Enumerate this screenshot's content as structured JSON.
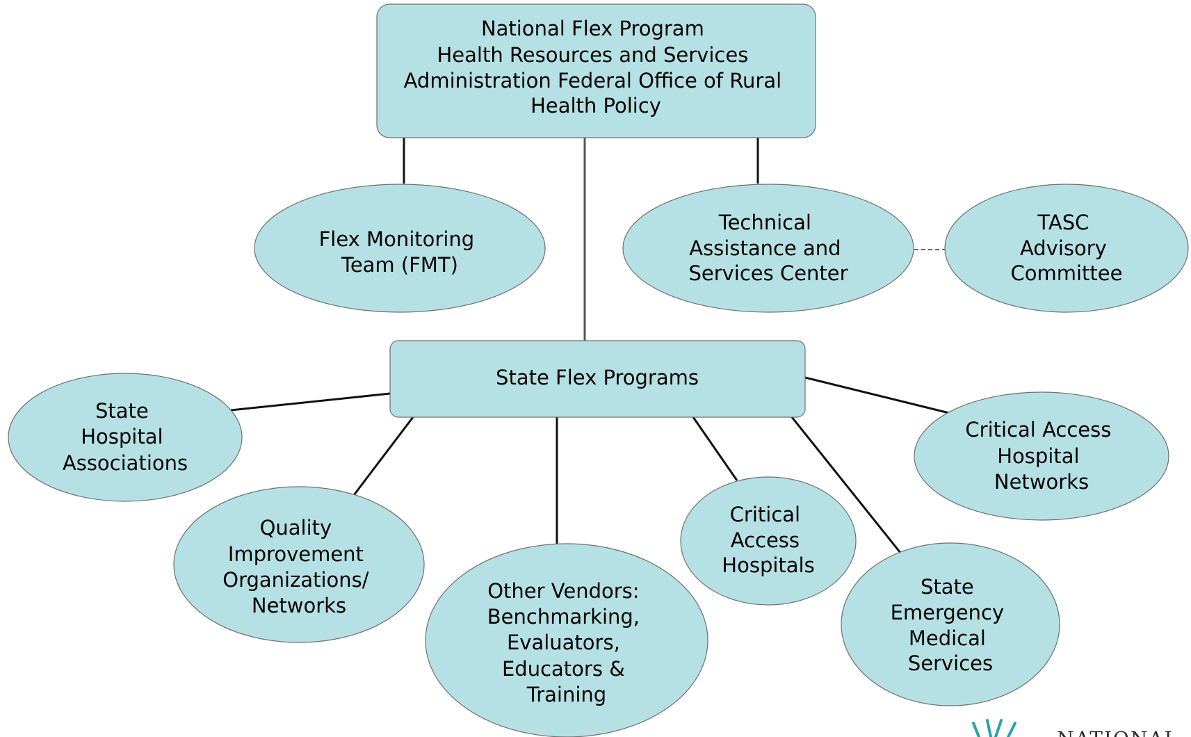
{
  "colors": {
    "node_fill": "#b6e1e4",
    "node_stroke": "#6f6f6f",
    "connector": "#111111",
    "logo": "#2aa3a8"
  },
  "nodes": {
    "national_flex_program": {
      "lines": [
        "National Flex Program",
        "Health Resources and Services",
        "Administration Federal Office of Rural",
        "Health Policy"
      ]
    },
    "flex_monitoring_team": {
      "lines": [
        "Flex Monitoring",
        "Team (FMT)"
      ]
    },
    "tasc": {
      "lines": [
        "Technical",
        "Assistance and",
        "Services Center"
      ]
    },
    "tasc_advisory": {
      "lines": [
        "TASC",
        "Advisory",
        "Committee"
      ]
    },
    "state_flex_programs": {
      "lines": [
        "State Flex Programs"
      ]
    },
    "state_hospital_associations": {
      "lines": [
        "State",
        "Hospital",
        "Associations"
      ]
    },
    "quality_improvement": {
      "lines": [
        "Quality",
        "Improvement",
        "Organizations/",
        "Networks"
      ]
    },
    "other_vendors": {
      "lines": [
        "Other Vendors:",
        "Benchmarking,",
        "Evaluators,",
        "Educators &",
        "Training"
      ]
    },
    "critical_access_hospitals": {
      "lines": [
        "Critical",
        "Access",
        "Hospitals"
      ]
    },
    "state_ems": {
      "lines": [
        "State",
        "Emergency",
        "Medical",
        "Services"
      ]
    },
    "cah_networks": {
      "lines": [
        "Critical Access",
        "Hospital",
        "Networks"
      ]
    }
  },
  "logo": {
    "text": "NATIONAL"
  }
}
